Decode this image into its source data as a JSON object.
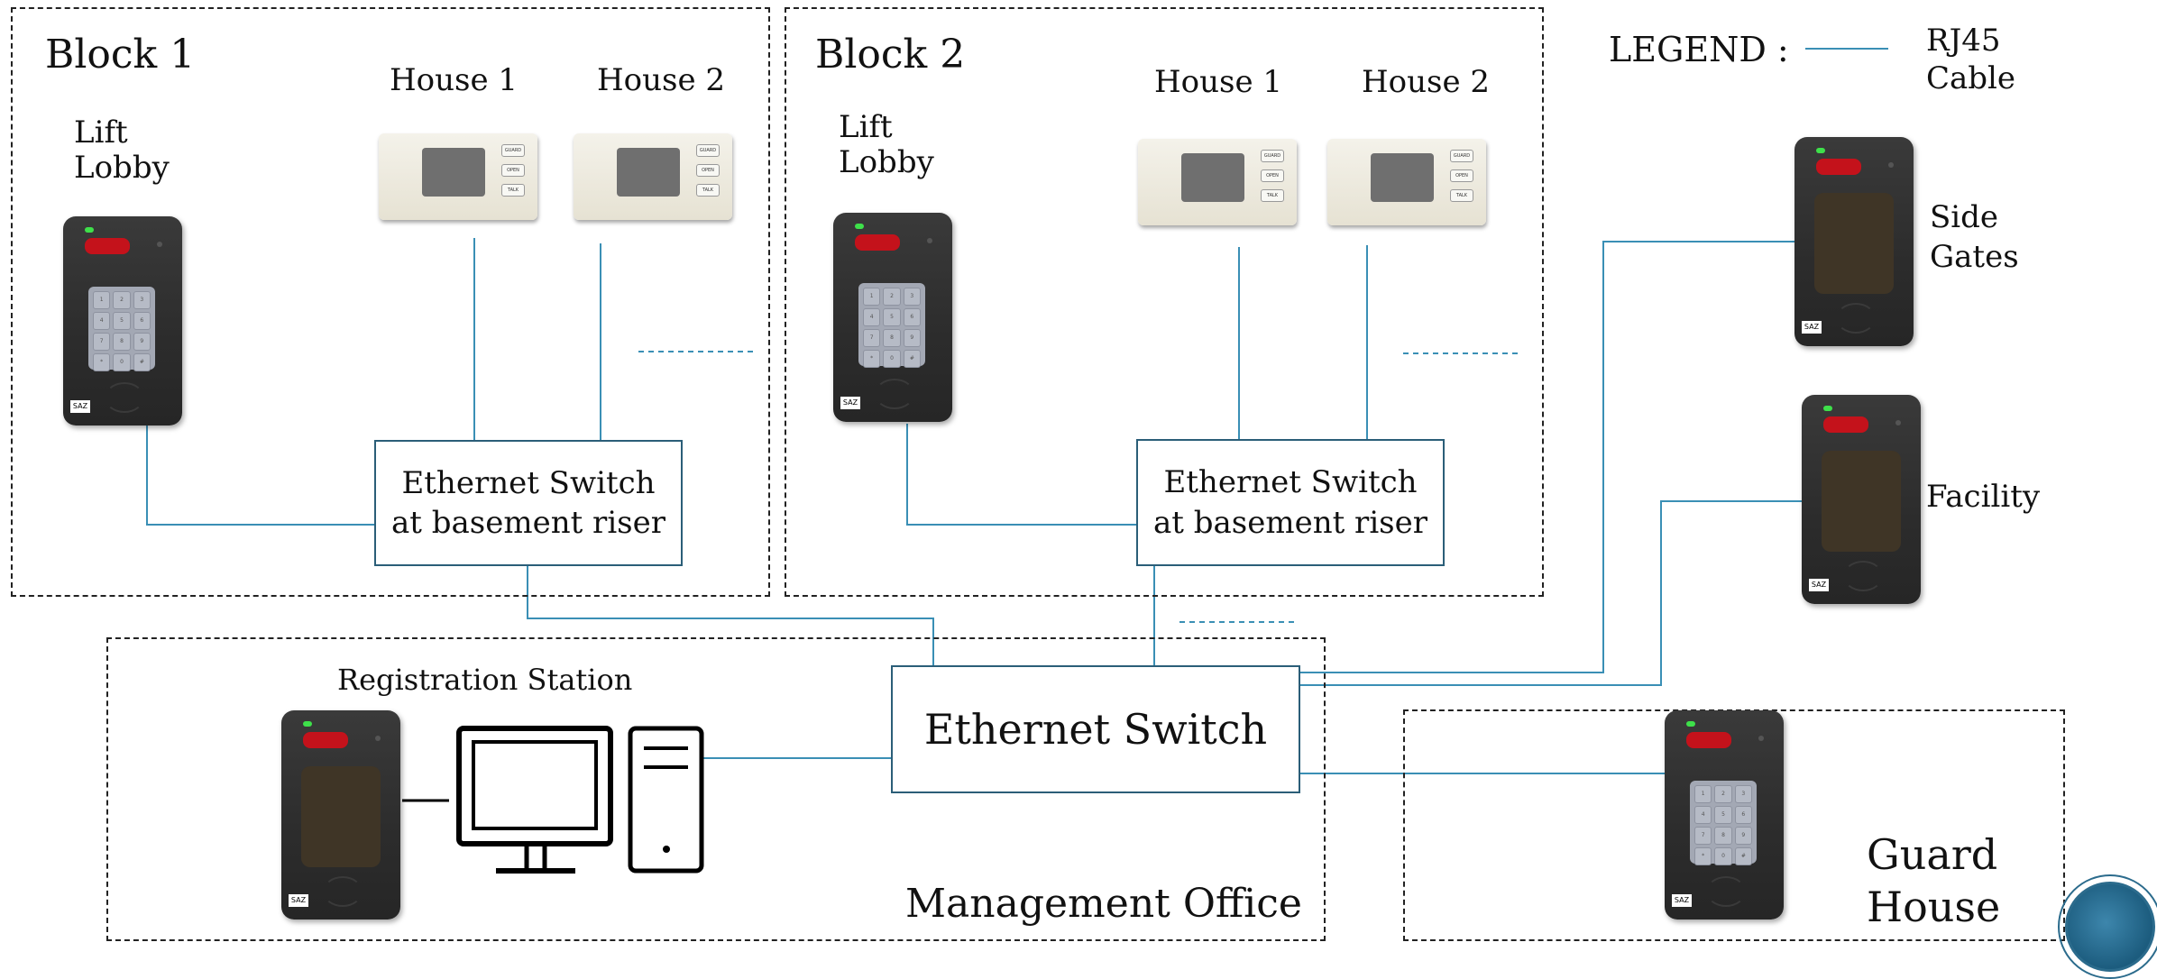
{
  "blocks": [
    {
      "title": "Block 1",
      "lobby_label": "Lift\nLobby",
      "houses": [
        "House 1",
        "House 2"
      ],
      "switch_line1": "Ethernet Switch",
      "switch_line2": "at basement riser"
    },
    {
      "title": "Block 2",
      "lobby_label": "Lift\nLobby",
      "houses": [
        "House 1",
        "House 2"
      ],
      "switch_line1": "Ethernet Switch",
      "switch_line2": "at basement riser"
    }
  ],
  "legend": {
    "label": "LEGEND :",
    "item_line1": "RJ45",
    "item_line2": "Cable",
    "cable_color": "#3a8fb5"
  },
  "side_gates": {
    "line1": "Side",
    "line2": "Gates"
  },
  "facility": {
    "label": "Facility"
  },
  "management_office": {
    "title": "Management Office",
    "registration_label": "Registration Station",
    "switch_label": "Ethernet Switch"
  },
  "guard_house": {
    "line1": "Guard",
    "line2": "House"
  },
  "device": {
    "brand": "SAZ",
    "keypad_keys": [
      "1",
      "2",
      "3",
      "4",
      "5",
      "6",
      "7",
      "8",
      "9",
      "*",
      "0",
      "#"
    ],
    "intercom_buttons": [
      "GUARD",
      "OPEN",
      "TALK"
    ]
  },
  "colors": {
    "cable": "#3a8fb5",
    "switch_border": "#2b5e78",
    "zone_border": "#222222",
    "reader_body": "#2e2e2e",
    "reader_red": "#c4121b",
    "reader_led": "#3ee04a",
    "intercom_body": "#ede9dc"
  }
}
